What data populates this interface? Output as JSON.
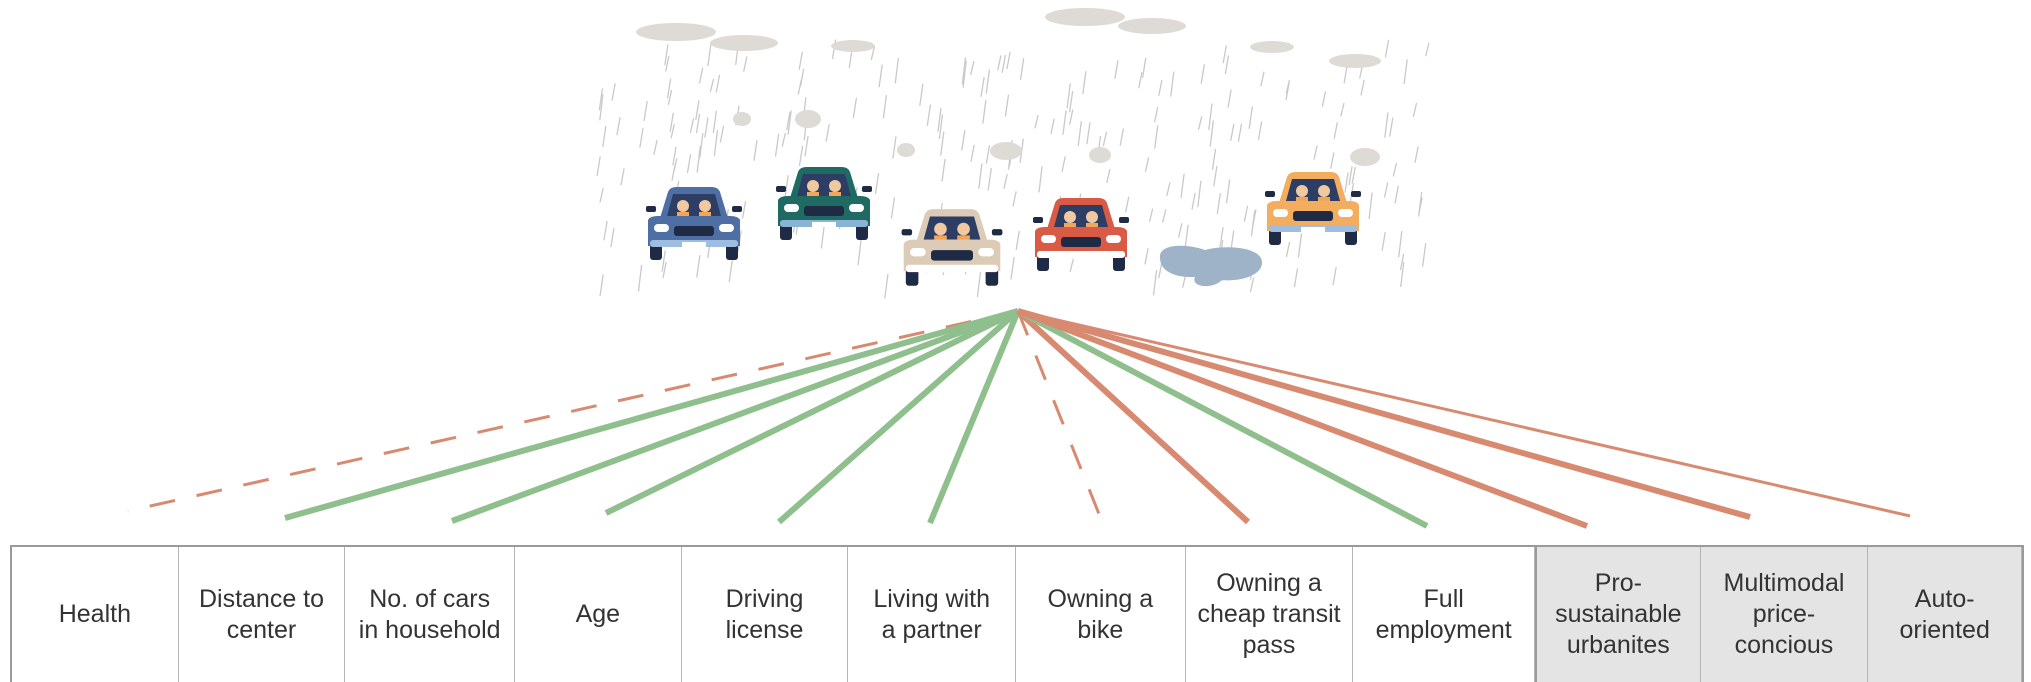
{
  "colors": {
    "positive_line": "#8fbf8c",
    "negative_line": "#d88a70",
    "rain": "#c9c9c9",
    "cloud": "#dedbd6",
    "puddle": "#9fb3c8",
    "profile_cell_bg": "#e4e4e4"
  },
  "cars": [
    {
      "id": "car-blue",
      "body": "#4d6fa3",
      "accent": "#9fbde0"
    },
    {
      "id": "car-teal",
      "body": "#1f6b63",
      "accent": "#8ab4d6"
    },
    {
      "id": "car-beige",
      "body": "#dccbb6",
      "accent": "#ffffff"
    },
    {
      "id": "car-red",
      "body": "#d95a45",
      "accent": "#ffffff"
    },
    {
      "id": "car-orange",
      "body": "#f2ad5e",
      "accent": "#9fbde0"
    }
  ],
  "factors": [
    {
      "label": "Health",
      "effect": "negative",
      "style": "dashed",
      "weight": "thin",
      "type": "factor"
    },
    {
      "label": "Distance to\ncenter",
      "effect": "positive",
      "style": "solid",
      "weight": "thick",
      "type": "factor"
    },
    {
      "label": "No. of cars\nin household",
      "effect": "positive",
      "style": "solid",
      "weight": "thick",
      "type": "factor"
    },
    {
      "label": "Age",
      "effect": "positive",
      "style": "solid",
      "weight": "thick",
      "type": "factor"
    },
    {
      "label": "Driving\nlicense",
      "effect": "positive",
      "style": "solid",
      "weight": "thick",
      "type": "factor"
    },
    {
      "label": "Living with\na partner",
      "effect": "positive",
      "style": "solid",
      "weight": "thick",
      "type": "factor"
    },
    {
      "label": "Owning a\nbike",
      "effect": "negative",
      "style": "dashed",
      "weight": "thin",
      "type": "factor"
    },
    {
      "label": "Owning a\ncheap transit\npass",
      "effect": "negative",
      "style": "solid",
      "weight": "thick",
      "type": "factor"
    },
    {
      "label": "Full\nemployment",
      "effect": "positive",
      "style": "solid",
      "weight": "thick",
      "type": "factor"
    },
    {
      "label": "Pro-\nsustainable\nurbanites",
      "effect": "negative",
      "style": "solid",
      "weight": "thick",
      "type": "profile"
    },
    {
      "label": "Multimodal\nprice-\nconcious",
      "effect": "negative",
      "style": "solid",
      "weight": "thick",
      "type": "profile"
    },
    {
      "label": "Auto-\noriented",
      "effect": "negative",
      "style": "solid",
      "weight": "thin",
      "type": "profile"
    }
  ]
}
